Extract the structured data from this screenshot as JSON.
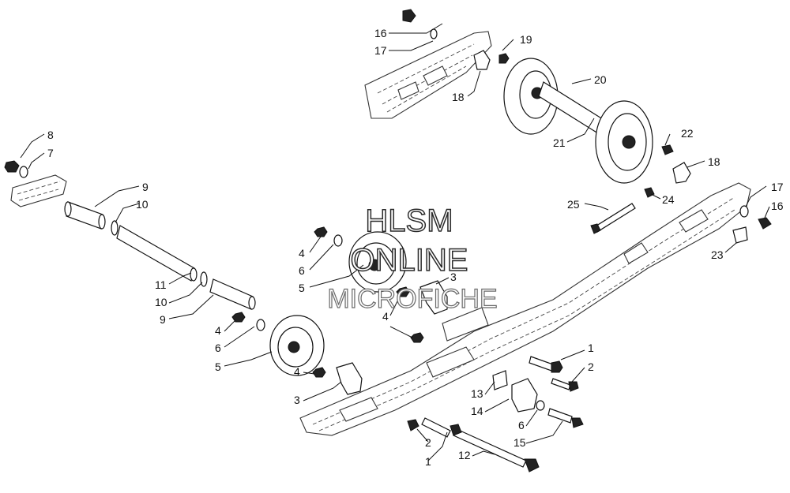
{
  "watermark": {
    "line1": "HLSM",
    "line2": "ONLINE",
    "line3": "MICROFICHE"
  },
  "callouts": [
    {
      "id": "c16a",
      "label": "16"
    },
    {
      "id": "c17a",
      "label": "17"
    },
    {
      "id": "c19",
      "label": "19"
    },
    {
      "id": "c18a",
      "label": "18"
    },
    {
      "id": "c20",
      "label": "20"
    },
    {
      "id": "c22",
      "label": "22"
    },
    {
      "id": "c21",
      "label": "21"
    },
    {
      "id": "c18b",
      "label": "18"
    },
    {
      "id": "c8",
      "label": "8"
    },
    {
      "id": "c7",
      "label": "7"
    },
    {
      "id": "c9a",
      "label": "9"
    },
    {
      "id": "c10a",
      "label": "10"
    },
    {
      "id": "c25",
      "label": "25"
    },
    {
      "id": "c24",
      "label": "24"
    },
    {
      "id": "c17b",
      "label": "17"
    },
    {
      "id": "c16b",
      "label": "16"
    },
    {
      "id": "c23",
      "label": "23"
    },
    {
      "id": "c4a",
      "label": "4"
    },
    {
      "id": "c6a",
      "label": "6"
    },
    {
      "id": "c5a",
      "label": "5"
    },
    {
      "id": "c3a",
      "label": "3"
    },
    {
      "id": "c11",
      "label": "11"
    },
    {
      "id": "c10b",
      "label": "10"
    },
    {
      "id": "c9b",
      "label": "9"
    },
    {
      "id": "c4b",
      "label": "4"
    },
    {
      "id": "c4c",
      "label": "4"
    },
    {
      "id": "c6b",
      "label": "6"
    },
    {
      "id": "c5b",
      "label": "5"
    },
    {
      "id": "c4d",
      "label": "4"
    },
    {
      "id": "c3b",
      "label": "3"
    },
    {
      "id": "c1a",
      "label": "1"
    },
    {
      "id": "c2a",
      "label": "2"
    },
    {
      "id": "c13",
      "label": "13"
    },
    {
      "id": "c14",
      "label": "14"
    },
    {
      "id": "c6c",
      "label": "6"
    },
    {
      "id": "c15",
      "label": "15"
    },
    {
      "id": "c2b",
      "label": "2"
    },
    {
      "id": "c1b",
      "label": "1"
    },
    {
      "id": "c12",
      "label": "12"
    }
  ]
}
